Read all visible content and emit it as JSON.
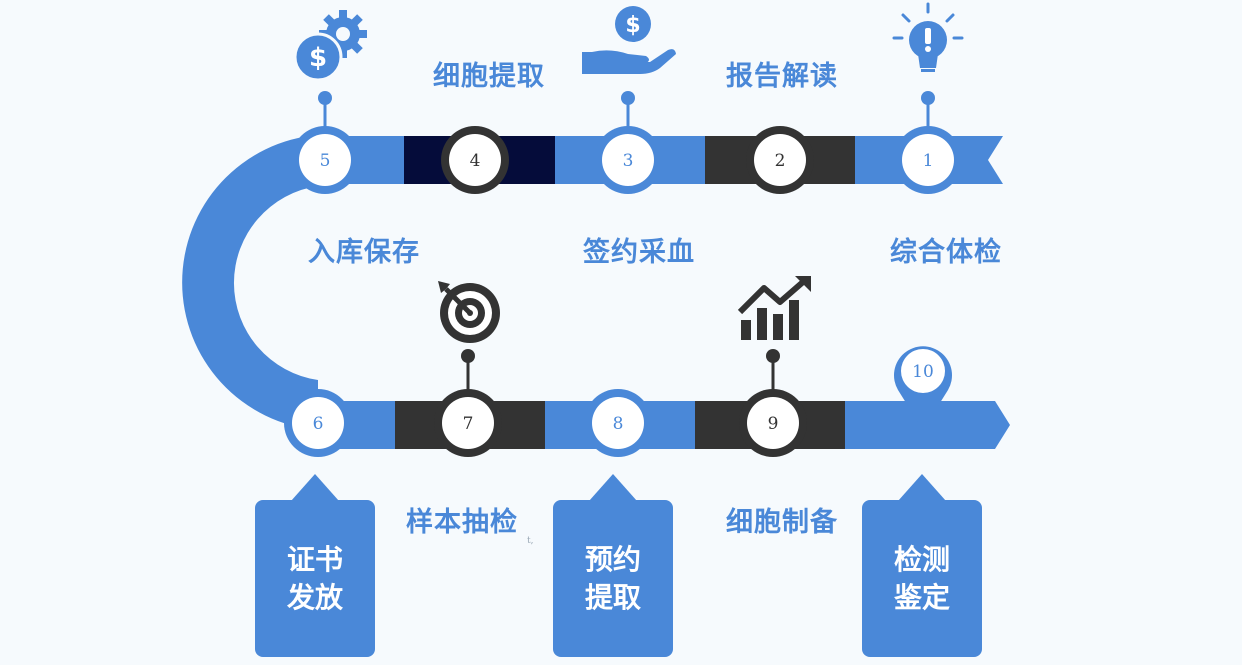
{
  "steps": [
    {
      "num": "1",
      "label": "综合体检"
    },
    {
      "num": "2",
      "label": "报告解读"
    },
    {
      "num": "3",
      "label": "签约采血"
    },
    {
      "num": "4",
      "label": "细胞提取"
    },
    {
      "num": "5",
      "label": "入库保存"
    },
    {
      "num": "6",
      "box": [
        "证书",
        "发放"
      ]
    },
    {
      "num": "7",
      "label": "样本抽检"
    },
    {
      "num": "8",
      "box": [
        "预约",
        "提取"
      ]
    },
    {
      "num": "9",
      "label": "细胞制备"
    },
    {
      "num": "10",
      "box": [
        "检测",
        "鉴定"
      ]
    }
  ],
  "stray_mark": "t,",
  "icons": {
    "step1": "lightbulb-idea-icon",
    "step3": "dollar-hand-icon",
    "step5": "dollar-gears-icon",
    "step7": "target-icon",
    "step9": "growth-chart-icon",
    "step10": "map-pin-icon"
  },
  "colors": {
    "blue": "#4a88d8",
    "dark": "#333333",
    "navy": "#050c3a",
    "background": "#f6fafd"
  }
}
